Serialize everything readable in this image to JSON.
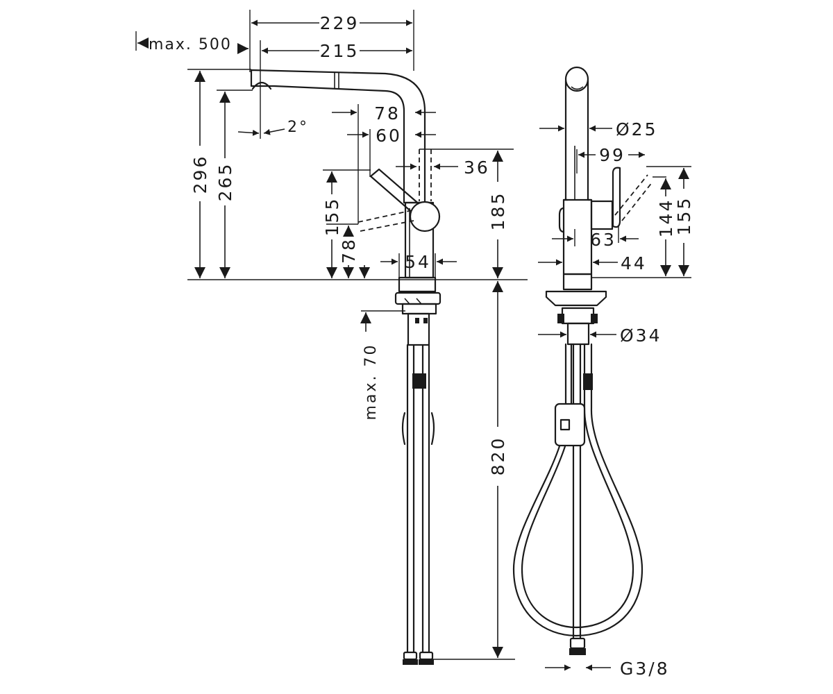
{
  "labels": {
    "w229": "229",
    "max500": "max. 500",
    "w215": "215",
    "angle2": "2°",
    "w78": "78",
    "w60": "60",
    "w36": "36",
    "h296": "296",
    "h265": "265",
    "h155": "155",
    "h185": "185",
    "h78": "78",
    "w54": "54",
    "max70": "max. 70",
    "h820": "820",
    "d25": "Ø25",
    "w99": "99",
    "h144": "144",
    "h155b": "155",
    "w63": "63",
    "w44": "44",
    "d34": "Ø34",
    "g38": "G3/8"
  }
}
